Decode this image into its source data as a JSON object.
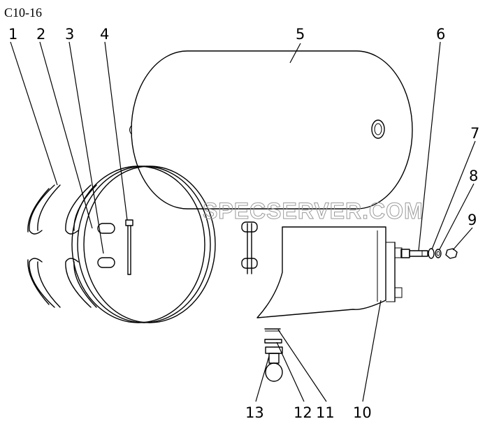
{
  "diagram": {
    "code": "C10-16",
    "watermark": "SPECSERVER.COM",
    "callouts": [
      "1",
      "2",
      "3",
      "4",
      "5",
      "6",
      "7",
      "8",
      "9",
      "10",
      "11",
      "12",
      "13"
    ]
  }
}
